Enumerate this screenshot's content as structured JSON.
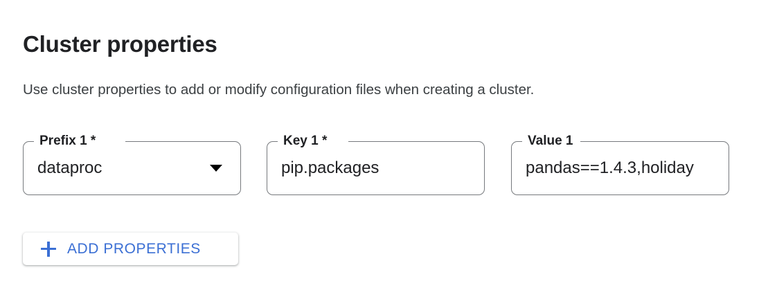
{
  "section": {
    "title": "Cluster properties",
    "description": "Use cluster properties to add or modify configuration files when creating a cluster."
  },
  "form": {
    "fields": [
      {
        "name": "prefix-1",
        "label": "Prefix 1 *",
        "value": "dataproc",
        "control": "select",
        "required": true,
        "icon": "chevron-down-icon"
      },
      {
        "name": "key-1",
        "label": "Key 1 *",
        "value": "pip.packages",
        "control": "text",
        "required": true
      },
      {
        "name": "value-1",
        "label": "Value 1",
        "value": "pandas==1.4.3,holiday",
        "control": "text",
        "required": false
      }
    ]
  },
  "actions": {
    "add_properties_label": "ADD PROPERTIES",
    "add_properties_icon": "plus-icon"
  },
  "colors": {
    "accent_blue": "#3b6fd4",
    "text_primary": "#202124",
    "text_secondary": "#3c4043",
    "field_border": "#76797d",
    "background": "#ffffff"
  }
}
